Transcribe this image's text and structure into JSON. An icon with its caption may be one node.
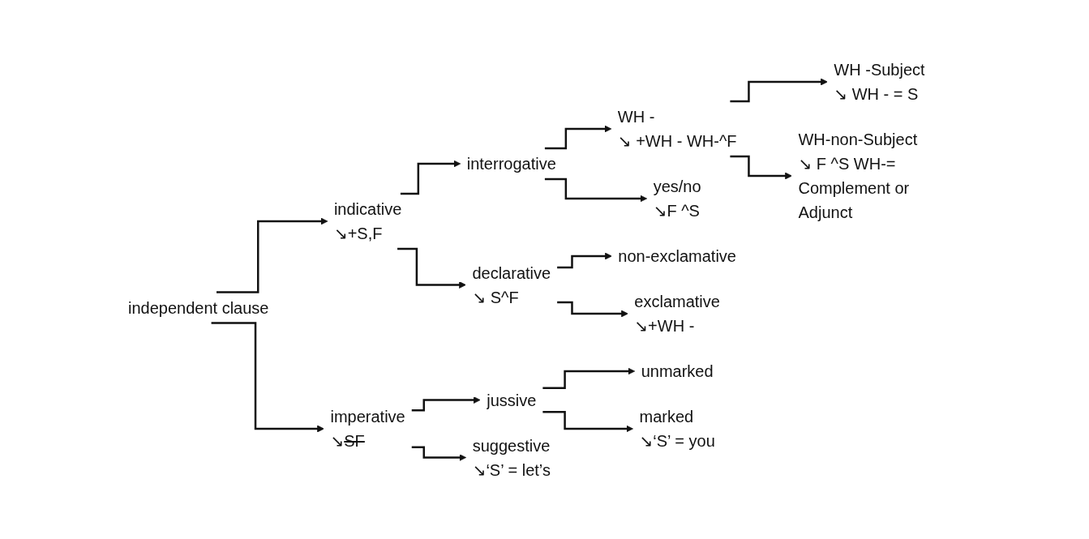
{
  "diagram": {
    "nodes": [
      {
        "text": [
          "independent clause"
        ]
      },
      {
        "text": [
          "indicative",
          "↘+S,F"
        ]
      },
      {
        "text": [
          "imperative",
          "↘SF"
        ]
      },
      {
        "text": [
          "interrogative"
        ]
      },
      {
        "text": [
          "declarative",
          "↘ S^F"
        ]
      },
      {
        "text": [
          "WH -",
          "↘ +WH - WH-^F"
        ]
      },
      {
        "text": [
          "yes/no",
          "↘F ^S"
        ]
      },
      {
        "text": [
          "WH -Subject",
          "↘ WH - = S"
        ]
      },
      {
        "text": [
          "WH-non-Subject",
          "↘ F ^S WH-= Complement or Adjunct"
        ]
      },
      {
        "text": [
          "non-exclamative"
        ]
      },
      {
        "text": [
          "exclamative",
          "↘+WH -"
        ]
      },
      {
        "text": [
          "jussive"
        ]
      },
      {
        "text": [
          "suggestive",
          "↘‘S’ = let’s"
        ]
      },
      {
        "text": [
          "unmarked"
        ]
      },
      {
        "text": [
          "marked",
          "↘‘S’ = you"
        ]
      }
    ],
    "edges": [
      {
        "from": 0,
        "to": 1,
        "arrow": "to"
      },
      {
        "from": 0,
        "to": 2,
        "arrow": "to"
      },
      {
        "from": 1,
        "to": 3,
        "arrow": "to"
      },
      {
        "from": 1,
        "to": 4,
        "arrow": "to"
      },
      {
        "from": 3,
        "to": 5,
        "arrow": "to"
      },
      {
        "from": 3,
        "to": 6,
        "arrow": "to"
      },
      {
        "from": 5,
        "to": 7,
        "arrow": "to"
      },
      {
        "from": 5,
        "to": 8,
        "arrow": "to"
      },
      {
        "from": 4,
        "to": 9,
        "arrow": "to"
      },
      {
        "from": 4,
        "to": 10,
        "arrow": "to"
      },
      {
        "from": 2,
        "to": 11,
        "arrow": "to"
      },
      {
        "from": 2,
        "to": 12,
        "arrow": "to"
      },
      {
        "from": 11,
        "to": 13,
        "arrow": "to"
      },
      {
        "from": 11,
        "to": 14,
        "arrow": "to"
      }
    ]
  }
}
